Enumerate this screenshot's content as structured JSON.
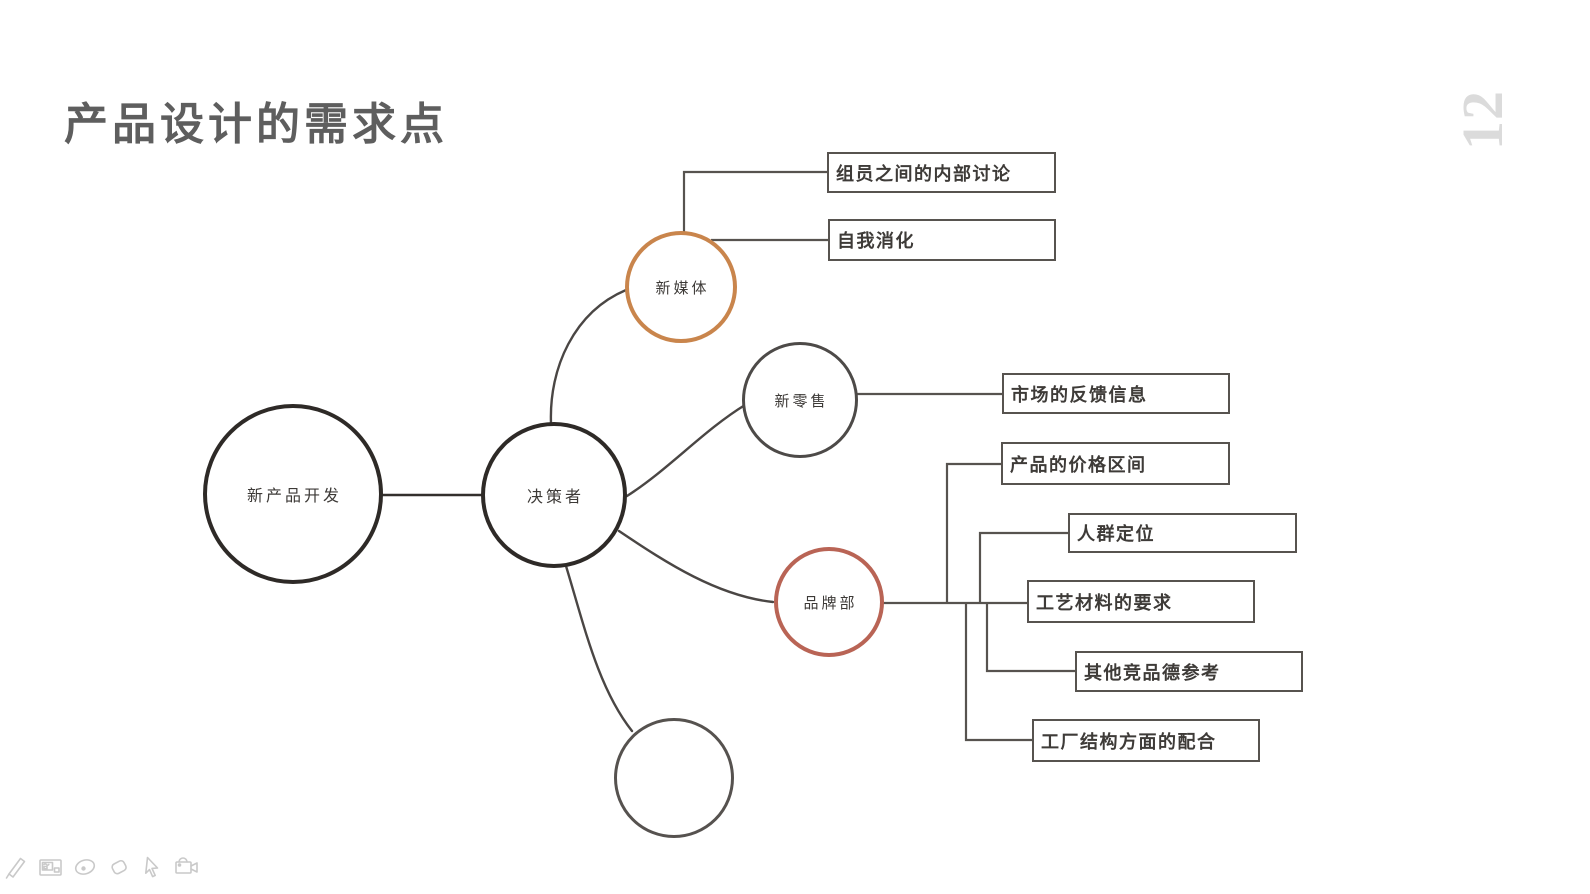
{
  "slide": {
    "title": "产品设计的需求点",
    "page_number": "12"
  },
  "mindmap": {
    "nodes": {
      "root": {
        "label": "新产品开发"
      },
      "decision": {
        "label": "决策者"
      },
      "new_media": {
        "label": "新媒体"
      },
      "new_retail": {
        "label": "新零售"
      },
      "brand_dept": {
        "label": "品牌部"
      },
      "empty": {
        "label": ""
      }
    },
    "boxes": {
      "b1": {
        "label": "组员之间的内部讨论"
      },
      "b2": {
        "label": "自我消化"
      },
      "b3": {
        "label": "市场的反馈信息"
      },
      "b4": {
        "label": "产品的价格区间"
      },
      "b5": {
        "label": "人群定位"
      },
      "b6": {
        "label": "工艺材料的要求"
      },
      "b7": {
        "label": "其他竞品德参考"
      },
      "b8": {
        "label": "工厂结构方面的配合"
      }
    }
  },
  "toolbar": {
    "icons": [
      {
        "name": "pen-icon"
      },
      {
        "name": "slides-panel-icon"
      },
      {
        "name": "laser-pointer-icon"
      },
      {
        "name": "eraser-icon"
      },
      {
        "name": "cursor-icon"
      },
      {
        "name": "camera-icon"
      }
    ]
  },
  "colors": {
    "title_gray": "#5E5E5E",
    "page_number_gray": "#DBDBDB",
    "dark_circle_stroke": "#2E2A27",
    "gray_circle_stroke": "#4D4A48",
    "orange_circle_stroke": "#C9854C",
    "red_circle_stroke": "#B96455",
    "connector_gray": "#57534F",
    "box_text": "#3E3B38",
    "toolbar_icon_gray": "#C9C9C9"
  }
}
